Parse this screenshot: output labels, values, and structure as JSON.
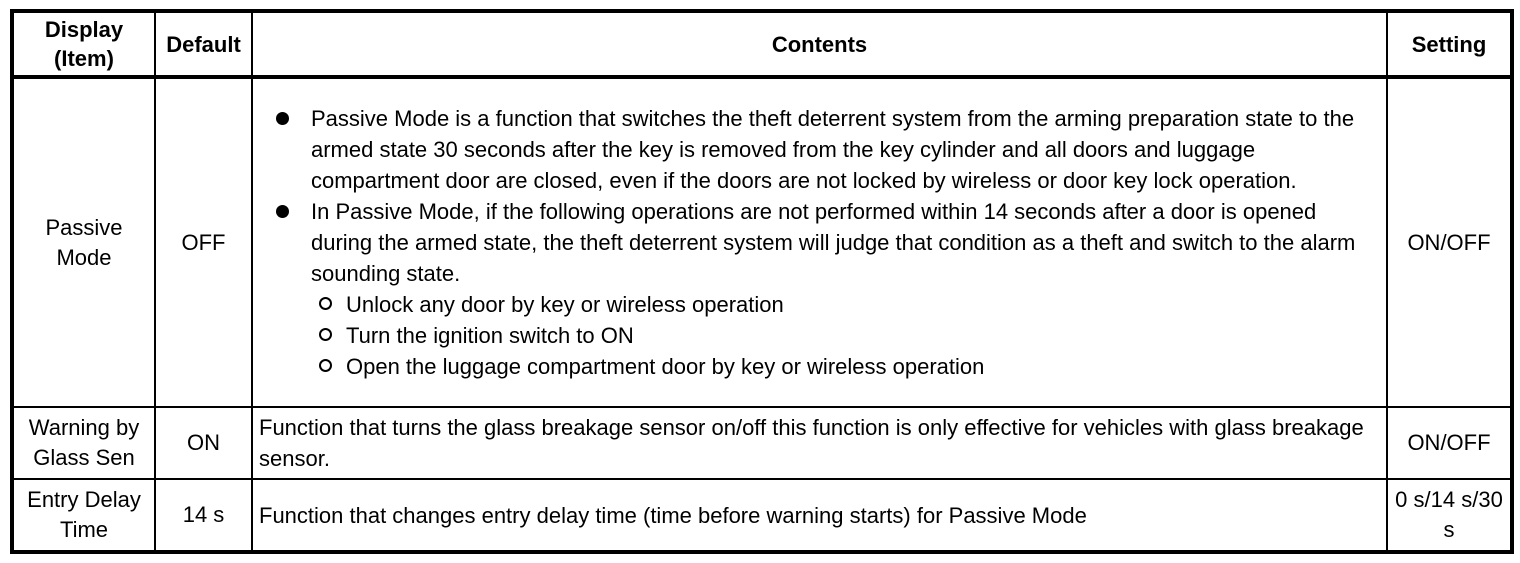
{
  "table": {
    "headers": {
      "item": "Display (Item)",
      "default": "Default",
      "contents": "Contents",
      "setting": "Setting"
    },
    "rows": [
      {
        "item": "Passive Mode",
        "default": "OFF",
        "contents": {
          "bullets": [
            {
              "text": "Passive Mode is a function that switches the theft deterrent system from the arming preparation state to the armed state 30 seconds after the key is removed from the key cylinder and all doors and luggage compartment door are closed, even if the doors are not locked by wireless or door key lock operation."
            },
            {
              "text": "In Passive Mode, if the following operations are not performed within 14 seconds after a door is opened during the armed state, the theft deterrent system will judge that condition as a theft and switch to the alarm sounding state.",
              "sub_items": [
                "Unlock any door by key or wireless operation",
                "Turn the ignition switch to ON",
                "Open the luggage compartment door by key or wireless operation"
              ]
            }
          ]
        },
        "setting": "ON/OFF"
      },
      {
        "item": "Warning by Glass Sen",
        "default": "ON",
        "contents": {
          "text": "Function that turns the glass breakage sensor on/off this function is only effective for vehicles with glass breakage sensor."
        },
        "setting": "ON/OFF"
      },
      {
        "item": "Entry Delay Time",
        "default": "14 s",
        "contents": {
          "text": "Function that changes entry delay time (time before warning starts) for Passive Mode"
        },
        "setting": "0 s/14 s/30 s"
      }
    ]
  }
}
